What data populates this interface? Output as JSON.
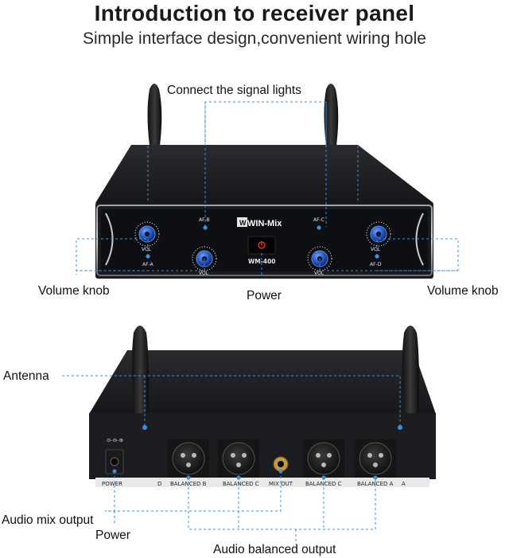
{
  "header": {
    "title": "Introduction to receiver panel",
    "subtitle": "Simple interface design,convenient wiring hole"
  },
  "front": {
    "brand": "WIN-Mix",
    "model": "WM-400",
    "af_labels": [
      "AF-A",
      "AF-B",
      "AF-C",
      "AF-D"
    ],
    "knob_label": "VOL",
    "callouts": {
      "signal_lights": "Connect the signal lights",
      "volume_left": "Volume knob",
      "volume_right": "Volume knob",
      "power": "Power"
    }
  },
  "back": {
    "power_jack": "POWER",
    "balanced": [
      "D",
      "BALANCED B",
      "BALANCED C",
      "MIX OUT",
      "BALANCED C",
      "BALANCED A",
      "A"
    ],
    "callouts": {
      "antenna": "Antenna",
      "audio_mix": "Audio mix output",
      "power": "Power",
      "audio_balanced": "Audio balanced output"
    }
  },
  "colors": {
    "accent": "#3d8fd8",
    "body": "#1b1b1d",
    "panel": "#0f1013",
    "knob": "#2f6ee0"
  }
}
